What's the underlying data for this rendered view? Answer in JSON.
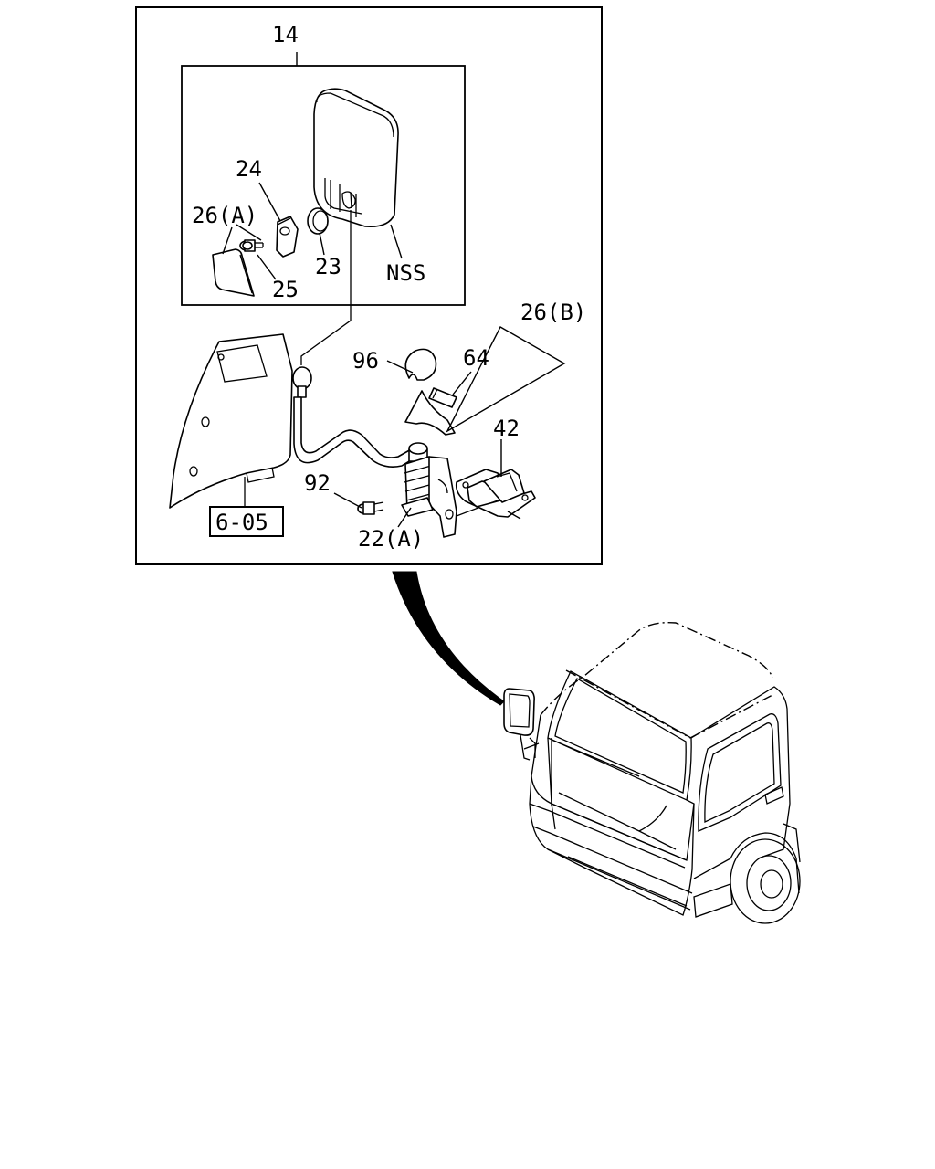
{
  "labels": {
    "assembly": "14",
    "bracket": "24",
    "cover_a": "26(A)",
    "cover_b": "26(B)",
    "screw_25": "25",
    "cap": "23",
    "side": "NSS",
    "cap_96": "96",
    "pad": "64",
    "mount_bracket": "42",
    "bolt": "92",
    "stay": "22(A)",
    "ref": "6-05"
  }
}
